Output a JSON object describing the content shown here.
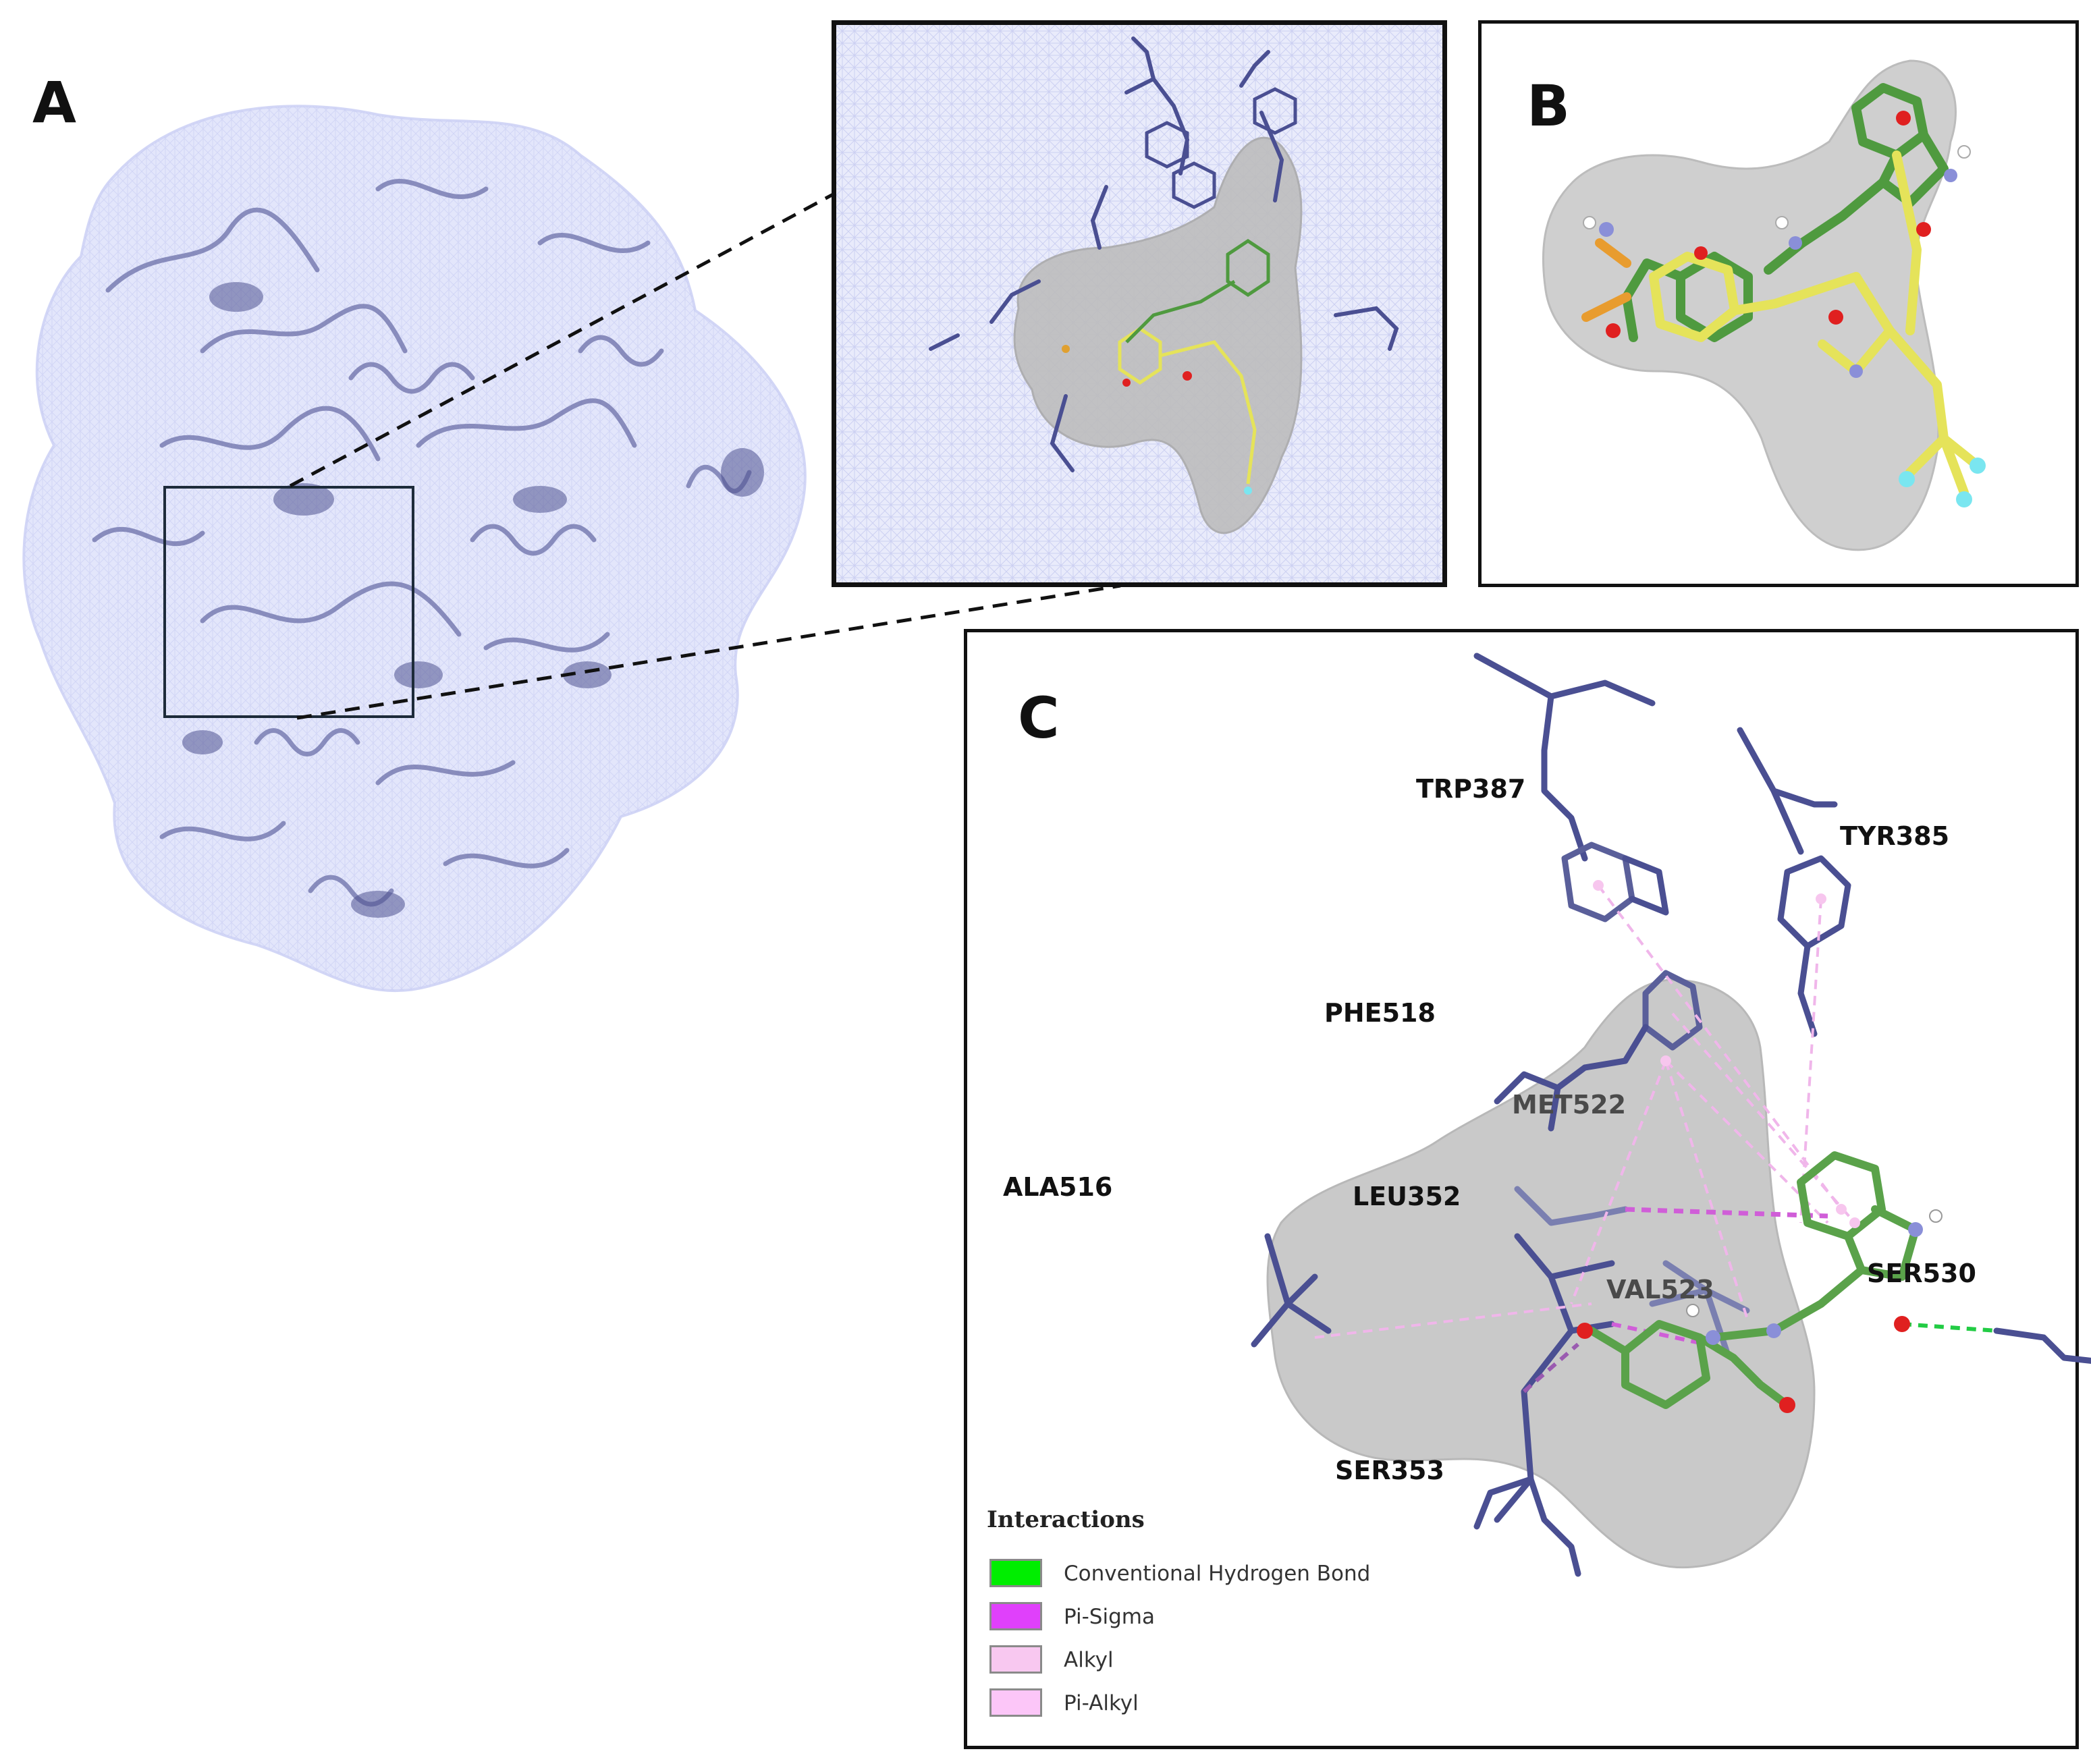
{
  "panels": {
    "a": {
      "letter": "A"
    },
    "b": {
      "letter": "B"
    },
    "c": {
      "letter": "C"
    }
  },
  "residues": {
    "trp387": "TRP387",
    "tyr385": "TYR385",
    "phe518": "PHE518",
    "met522": "MET522",
    "ala516": "ALA516",
    "leu352": "LEU352",
    "val523": "VAL523",
    "ser530": "SER530",
    "ser353": "SER353"
  },
  "legend": {
    "title": "Interactions",
    "items": [
      {
        "label": "Conventional Hydrogen Bond",
        "color": "#00ee00"
      },
      {
        "label": "Pi-Sigma",
        "color": "#e040fb"
      },
      {
        "label": "Alkyl",
        "color": "#f8c8f0"
      },
      {
        "label": "Pi-Alkyl",
        "color": "#fcc6f8"
      }
    ]
  },
  "colors": {
    "protein_surface": "#dcdffa",
    "ribbon": "#6b6fa8",
    "residue_stick": "#4a4f92",
    "ligand_green": "#4f9a3f",
    "ligand_yellow": "#e5e35a",
    "pocket_grey": "#c4c4c4",
    "oxygen": "#e02020",
    "nitrogen": "#8a8fd8",
    "fluorine": "#7ae6f0"
  }
}
